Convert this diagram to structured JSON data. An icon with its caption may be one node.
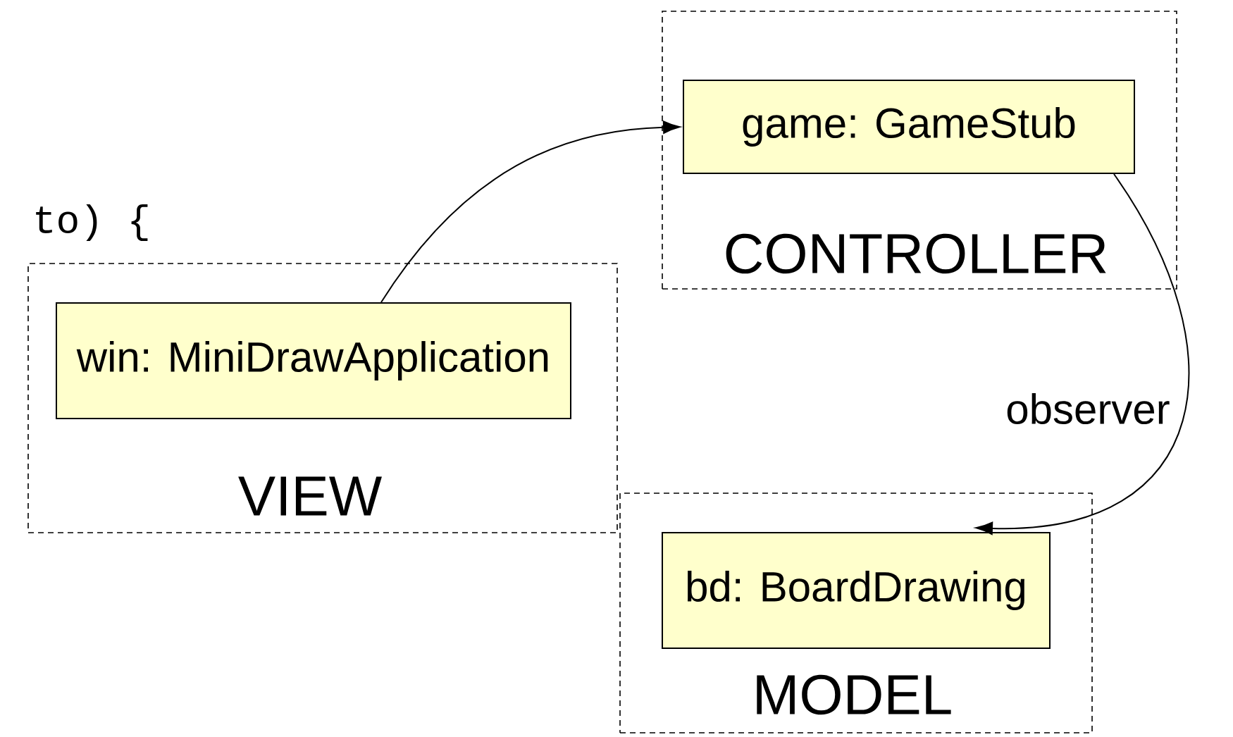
{
  "diagram": {
    "nodes": [
      {
        "text": [
          "CONTROLLER"
        ]
      },
      {
        "text": [
          "game: GameStub"
        ],
        "in": 0
      },
      {
        "text": [
          "VIEW"
        ]
      },
      {
        "text": [
          "win: MiniDrawApplication"
        ],
        "in": 2
      },
      {
        "text": [
          "MODEL"
        ]
      },
      {
        "text": [
          "bd: BoardDrawing"
        ],
        "in": 4
      }
    ],
    "edges": [
      {
        "from": 3,
        "to": 1,
        "arrow": "to"
      },
      {
        "from": 1,
        "to": 5,
        "arrow": "to",
        "label": "observer"
      }
    ],
    "labels": [
      "to) {"
    ]
  }
}
